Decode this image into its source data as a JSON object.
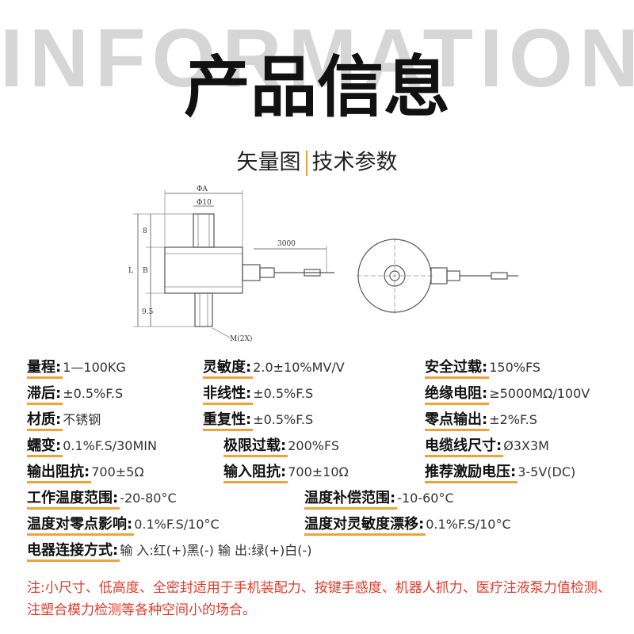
{
  "watermark": "INFORMATION",
  "title": "产品信息",
  "subtitle": {
    "left": "矢量图",
    "right": "技术参数"
  },
  "drawing": {
    "labels": {
      "phi_a": "ΦA",
      "phi_10": "Φ10",
      "dim_8": "8",
      "dim_b": "B",
      "dim_l": "L",
      "dim_9_5": "9.5",
      "cable_len": "3000",
      "thread": "M(2X)"
    },
    "line_color": "#555555"
  },
  "specs": {
    "range": {
      "key": "量程:",
      "value": "1—100KG"
    },
    "sensitivity": {
      "key": "灵敏度:",
      "value": "2.0±10%MV/V"
    },
    "safe_overload": {
      "key": "安全过载:",
      "value": "150%FS"
    },
    "hysteresis": {
      "key": "滞后:",
      "value": "±0.5%F.S"
    },
    "nonlinearity": {
      "key": "非线性:",
      "value": "±0.5%F.S"
    },
    "insulation": {
      "key": "绝缘电阻:",
      "value": "≥5000MΩ/100V"
    },
    "material": {
      "key": "材质:",
      "value": "不锈钢"
    },
    "repeatability": {
      "key": "重复性:",
      "value": "±0.5%F.S"
    },
    "zero_output": {
      "key": "零点输出:",
      "value": "±2%F.S"
    },
    "creep": {
      "key": "蠕变:",
      "value": "0.1%F.S/30MIN"
    },
    "ultimate_overload": {
      "key": "极限过载:",
      "value": "200%FS"
    },
    "cable_size": {
      "key": "电缆线尺寸:",
      "value": "Ø3X3M"
    },
    "output_impedance": {
      "key": "输出阻抗:",
      "value": "700±5Ω"
    },
    "input_impedance": {
      "key": "输入阻抗:",
      "value": "700±10Ω"
    },
    "excitation": {
      "key": "推荐激励电压:",
      "value": "3-5V(DC)"
    },
    "operating_temp": {
      "key": "工作温度范围:",
      "value": "-20-80°C"
    },
    "compensated_temp": {
      "key": "温度补偿范围:",
      "value": "-10-60°C"
    },
    "temp_zero": {
      "key": "温度对零点影响:",
      "value": "0.1%F.S/10°C"
    },
    "temp_sensitivity": {
      "key": "温度对灵敏度漂移:",
      "value": "0.1%F.S/10°C"
    },
    "connection": {
      "key": "电器连接方式:",
      "value": "输 入:红(+)黑(-) 输 出:绿(+)白(-)"
    }
  },
  "note": "注:小尺寸、低高度、全密封适用于手机装配力、按键手感度、机器人抓力、医疗注液泵力值检测、注塑合模力检测等各种空间小的场合。",
  "colors": {
    "accent": "#f0a23a",
    "note": "#e03b2b",
    "watermark": "#d6d6d6"
  }
}
